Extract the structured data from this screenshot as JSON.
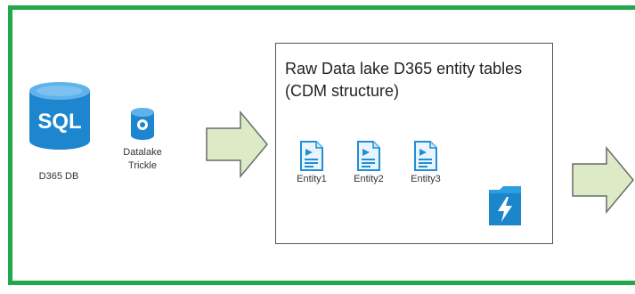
{
  "sql_db": {
    "icon_text": "SQL",
    "label": "D365 DB"
  },
  "trickle": {
    "label_line1": "Datalake",
    "label_line2": "Trickle"
  },
  "raw_box": {
    "title": "Raw Data lake D365 entity tables (CDM structure)",
    "entities": [
      "Entity1",
      "Entity2",
      "Entity3"
    ]
  },
  "colors": {
    "frame": "#21a84a",
    "arrow_fill": "#dcebc6",
    "arrow_stroke": "#6b6b6b",
    "azure_blue": "#1f8fd6"
  }
}
